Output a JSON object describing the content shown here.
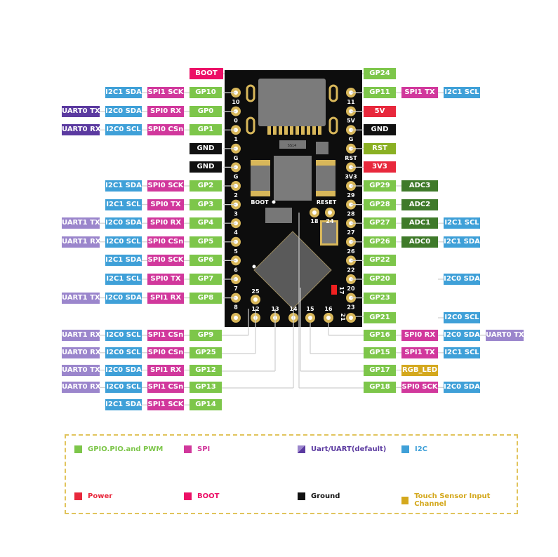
{
  "title": "RP2040 board pinout diagram",
  "colors": {
    "gpio": "#7dc64a",
    "spi": "#d1389c",
    "i2c": "#3fa0d8",
    "uart": "#9b86cc",
    "uart_default": "#5b3aa0",
    "power": "#e8283c",
    "boot": "#ec0f66",
    "ground": "#111111",
    "reset": "#8ab023",
    "adc": "#3f7a2a",
    "touch": "#d4a81d",
    "board": "#0d0d0d",
    "pad": "#d8b75a"
  },
  "board": {
    "silkscreen_left": [
      "10",
      "0",
      "1",
      "G",
      "G",
      "2",
      "3",
      "4",
      "5",
      "6",
      "7",
      "8"
    ],
    "silkscreen_right": [
      "11",
      "5V",
      "G",
      "RST",
      "3V3",
      "29",
      "28",
      "27",
      "26",
      "22",
      "20",
      "23"
    ],
    "silkscreen_bottom": [
      "12",
      "13",
      "14",
      "15",
      "16"
    ],
    "silkscreen_inner": [
      "BOOT",
      "RESET",
      "18",
      "24",
      "25",
      "17",
      "21"
    ],
    "chip_marking": "SS14"
  },
  "left_rows": [
    {
      "pin": "GP10",
      "funcs": [
        {
          "t": "SPI1 SCK",
          "c": "spi"
        },
        {
          "t": "I2C1 SDA",
          "c": "i2c"
        }
      ]
    },
    {
      "pin": "GP0",
      "funcs": [
        {
          "t": "SPI0 RX",
          "c": "spi"
        },
        {
          "t": "I2C0 SDA",
          "c": "i2c"
        },
        {
          "t": "UART0 TX",
          "c": "uartd"
        }
      ]
    },
    {
      "pin": "GP1",
      "funcs": [
        {
          "t": "SPI0 CSn",
          "c": "spi"
        },
        {
          "t": "I2C0 SCL",
          "c": "i2c"
        },
        {
          "t": "UART0 RX",
          "c": "uartd"
        }
      ]
    },
    {
      "pin": "GND",
      "cls": "gnd",
      "funcs": []
    },
    {
      "pin": "GND",
      "cls": "gnd",
      "funcs": []
    },
    {
      "pin": "GP2",
      "funcs": [
        {
          "t": "SPI0 SCK",
          "c": "spi"
        },
        {
          "t": "I2C1 SDA",
          "c": "i2c"
        }
      ]
    },
    {
      "pin": "GP3",
      "funcs": [
        {
          "t": "SPI0 TX",
          "c": "spi"
        },
        {
          "t": "I2C1 SCL",
          "c": "i2c"
        }
      ]
    },
    {
      "pin": "GP4",
      "funcs": [
        {
          "t": "SPI0 RX",
          "c": "spi"
        },
        {
          "t": "I2C0 SDA",
          "c": "i2c"
        },
        {
          "t": "UART1 TX",
          "c": "uart"
        }
      ]
    },
    {
      "pin": "GP5",
      "funcs": [
        {
          "t": "SPI0 CSn",
          "c": "spi"
        },
        {
          "t": "I2C0 SCL",
          "c": "i2c"
        },
        {
          "t": "UART1 RX",
          "c": "uart"
        }
      ]
    },
    {
      "pin": "GP6",
      "funcs": [
        {
          "t": "SPI0 SCK",
          "c": "spi"
        },
        {
          "t": "I2C1 SDA",
          "c": "i2c"
        }
      ]
    },
    {
      "pin": "GP7",
      "funcs": [
        {
          "t": "SPI0 TX",
          "c": "spi"
        },
        {
          "t": "I2C1 SCL",
          "c": "i2c"
        }
      ]
    },
    {
      "pin": "GP8",
      "funcs": [
        {
          "t": "SPI1 RX",
          "c": "spi"
        },
        {
          "t": "I2C0 SDA",
          "c": "i2c"
        },
        {
          "t": "UART1 TX",
          "c": "uart"
        }
      ]
    },
    {
      "pin": "GP9",
      "funcs": [
        {
          "t": "SPI1 CSn",
          "c": "spi"
        },
        {
          "t": "I2C0 SCL",
          "c": "i2c"
        },
        {
          "t": "UART1 RX",
          "c": "uart"
        }
      ]
    },
    {
      "pin": "GP25",
      "funcs": [
        {
          "t": "SPI0 CSn",
          "c": "spi"
        },
        {
          "t": "I2C0 SCL",
          "c": "i2c"
        },
        {
          "t": "UART0 RX",
          "c": "uart"
        }
      ]
    },
    {
      "pin": "GP12",
      "funcs": [
        {
          "t": "SPI1 RX",
          "c": "spi"
        },
        {
          "t": "I2C0 SDA",
          "c": "i2c"
        },
        {
          "t": "UART0 TX",
          "c": "uart"
        }
      ]
    },
    {
      "pin": "GP13",
      "funcs": [
        {
          "t": "SPI1 CSn",
          "c": "spi"
        },
        {
          "t": "I2C0 SCL",
          "c": "i2c"
        },
        {
          "t": "UART0 RX",
          "c": "uart"
        }
      ]
    },
    {
      "pin": "GP14",
      "funcs": [
        {
          "t": "SPI1 SCK",
          "c": "spi"
        },
        {
          "t": "I2C1 SDA",
          "c": "i2c"
        }
      ]
    }
  ],
  "boot_label": "BOOT",
  "gp24_label": "GP24",
  "right_rows": [
    {
      "pin": "GP11",
      "funcs": [
        {
          "t": "SPI1 TX",
          "c": "spi"
        },
        {
          "t": "I2C1 SCL",
          "c": "i2c"
        }
      ]
    },
    {
      "pin": "5V",
      "cls": "power",
      "funcs": []
    },
    {
      "pin": "GND",
      "cls": "gnd",
      "funcs": []
    },
    {
      "pin": "RST",
      "cls": "rst",
      "funcs": []
    },
    {
      "pin": "3V3",
      "cls": "power",
      "funcs": []
    },
    {
      "pin": "GP29",
      "funcs": [
        {
          "t": "ADC3",
          "c": "adc"
        }
      ]
    },
    {
      "pin": "GP28",
      "funcs": [
        {
          "t": "ADC2",
          "c": "adc"
        }
      ]
    },
    {
      "pin": "GP27",
      "funcs": [
        {
          "t": "ADC1",
          "c": "adc"
        },
        {
          "t": "I2C1 SCL",
          "c": "i2c"
        }
      ]
    },
    {
      "pin": "GP26",
      "funcs": [
        {
          "t": "ADC0",
          "c": "adc"
        },
        {
          "t": "I2C1 SDA",
          "c": "i2c"
        }
      ]
    },
    {
      "pin": "GP22",
      "funcs": []
    },
    {
      "pin": "GP20",
      "funcs": [
        {
          "t": "",
          "c": "skip"
        },
        {
          "t": "I2C0 SDA",
          "c": "i2c"
        }
      ]
    },
    {
      "pin": "GP23",
      "funcs": []
    },
    {
      "pin": "GP21",
      "funcs": [
        {
          "t": "",
          "c": "skip"
        },
        {
          "t": "I2C0 SCL",
          "c": "i2c"
        }
      ]
    },
    {
      "pin": "GP16",
      "funcs": [
        {
          "t": "SPI0 RX",
          "c": "spi"
        },
        {
          "t": "I2C0 SDA",
          "c": "i2c"
        },
        {
          "t": "UART0 TX",
          "c": "uart"
        }
      ]
    },
    {
      "pin": "GP15",
      "funcs": [
        {
          "t": "SPI1 TX",
          "c": "spi"
        },
        {
          "t": "I2C1 SCL",
          "c": "i2c"
        }
      ]
    },
    {
      "pin": "GP17",
      "funcs": [
        {
          "t": "RGB_LED",
          "c": "touch"
        }
      ]
    },
    {
      "pin": "GP18",
      "funcs": [
        {
          "t": "SPI0 SCK",
          "c": "spi"
        },
        {
          "t": "I2C0 SDA",
          "c": "i2c"
        }
      ]
    }
  ],
  "legend": [
    {
      "label": "GPIO.PIO.and PWM",
      "c": "gpio",
      "text_color": "#7dc64a"
    },
    {
      "label": "SPI",
      "c": "spi",
      "text_color": "#d1389c"
    },
    {
      "label": "Uart/UART(default)",
      "c": "uart",
      "text_color": "#5b3aa0"
    },
    {
      "label": "I2C",
      "c": "i2c",
      "text_color": "#3fa0d8"
    },
    {
      "label": "Power",
      "c": "power",
      "text_color": "#e8283c"
    },
    {
      "label": "BOOT",
      "c": "boot",
      "text_color": "#ec0f66"
    },
    {
      "label": "Ground",
      "c": "gnd",
      "text_color": "#111111"
    },
    {
      "label": "Touch Sensor Input Channel",
      "c": "touch",
      "text_color": "#d4a81d"
    }
  ]
}
